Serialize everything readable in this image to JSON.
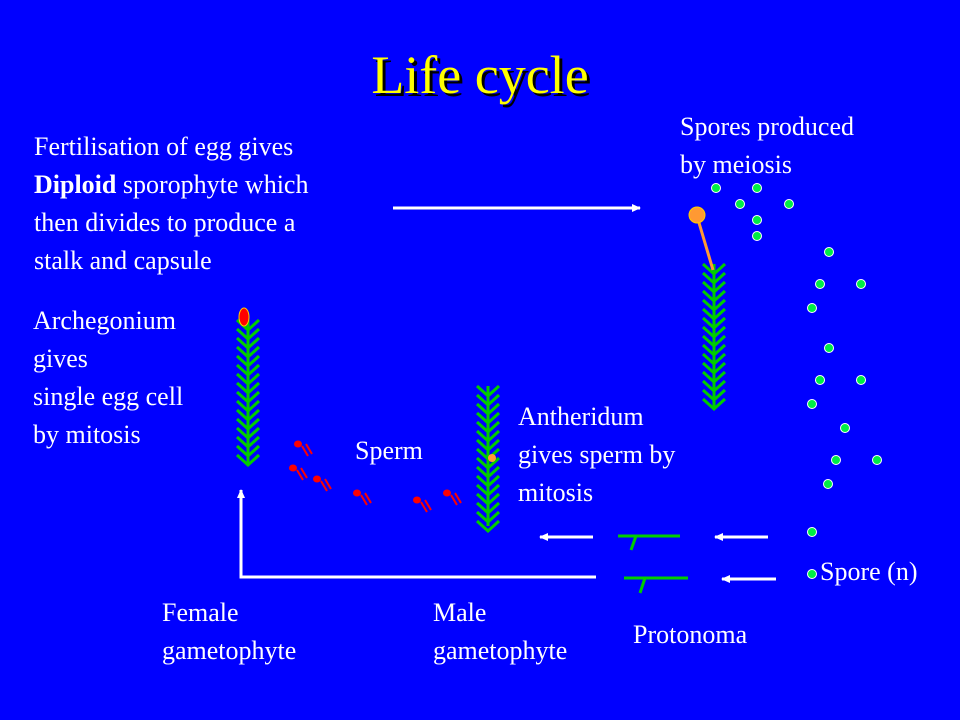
{
  "slide": {
    "title": "Life cycle",
    "text_color": "#ffffff",
    "title_color": "#ffff00",
    "background": "#0000ff"
  },
  "fertilisation": {
    "line1": "Fertilisation of egg gives",
    "line2_bold": "Diploid",
    "line2_rest": " sporophyte which",
    "line3": "then divides to produce a",
    "line4": "stalk and capsule"
  },
  "spores_produced": {
    "line1": "Spores produced",
    "line2": "by meiosis"
  },
  "archegonium": {
    "line1": "Archegonium",
    "line2": "gives",
    "line3": "single egg cell",
    "line4": "by mitosis"
  },
  "sperm_label": "Sperm",
  "antheridium": {
    "line1": "Antheridum",
    "line2": "gives sperm by",
    "line3": "mitosis"
  },
  "spore_label": "Spore (n)",
  "female": {
    "line1": "Female",
    "line2": "gametophyte"
  },
  "male": {
    "line1": "Male",
    "line2": "gametophyte"
  },
  "protonoma_label": "Protonoma",
  "colors": {
    "plant": "#00cc00",
    "spore": "#00ee44",
    "egg": "#ff0000",
    "sperm": "#ff0000",
    "capsule": "#ff9933",
    "arrow": "#ffffff"
  },
  "icons": [
    "female-gametophyte-icon",
    "male-gametophyte-icon",
    "sporophyte-icon",
    "capsule-icon",
    "egg-cell-icon",
    "sperm-cell-icon",
    "spore-dot-icon",
    "protonema-icon"
  ]
}
